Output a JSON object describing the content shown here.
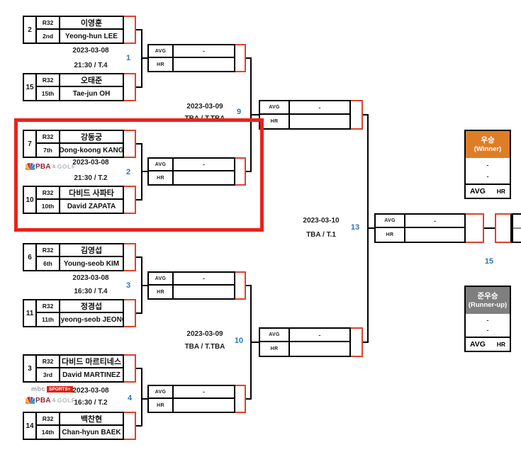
{
  "labels": {
    "avg": "AVG",
    "hr": "HR"
  },
  "colors": {
    "highlight": "#e8231a",
    "tab": "#d9432f",
    "blue": "#2e75b6",
    "orange": "#dd7e27",
    "gray": "#7f7f7f"
  },
  "r32": [
    {
      "number": "1",
      "date": "2023-03-08",
      "time": "21:30 / T.4",
      "top": {
        "seed": "2",
        "round": "R32",
        "rank": "2nd",
        "name_kr": "이영훈",
        "name_en": "Yeong-hun LEE"
      },
      "bottom": {
        "seed": "15",
        "round": "R32",
        "rank": "15th",
        "name_kr": "오태준",
        "name_en": "Tae-jun OH"
      },
      "result": {
        "avg": "-",
        "hr": ""
      }
    },
    {
      "number": "2",
      "date": "2023-03-08",
      "time": "21:30 / T.2",
      "top": {
        "seed": "7",
        "round": "R32",
        "rank": "7th",
        "name_kr": "강동궁",
        "name_en": "Dong-koong KANG"
      },
      "bottom": {
        "seed": "10",
        "round": "R32",
        "rank": "10th",
        "name_kr": "다비드 사파타",
        "name_en": "David ZAPATA"
      },
      "result": {
        "avg": "-",
        "hr": ""
      }
    },
    {
      "number": "3",
      "date": "2023-03-08",
      "time": "16:30 / T.4",
      "top": {
        "seed": "6",
        "round": "R32",
        "rank": "6th",
        "name_kr": "김영섭",
        "name_en": "Young-seob KIM"
      },
      "bottom": {
        "seed": "11",
        "round": "R32",
        "rank": "11th",
        "name_kr": "정경섭",
        "name_en": "Kyeong-seob JEONG"
      },
      "result": {
        "avg": "-",
        "hr": ""
      }
    },
    {
      "number": "4",
      "date": "2023-03-08",
      "time": "16:30 / T.2",
      "top": {
        "seed": "3",
        "round": "R32",
        "rank": "3rd",
        "name_kr": "다비드 마르티네스",
        "name_en": "David MARTINEZ"
      },
      "bottom": {
        "seed": "14",
        "round": "R32",
        "rank": "14th",
        "name_kr": "백찬현",
        "name_en": "Chan-hyun BAEK"
      },
      "result": {
        "avg": "-",
        "hr": ""
      }
    }
  ],
  "r16": [
    {
      "number": "9",
      "date": "2023-03-09",
      "venue": "TBA / T.TBA",
      "result": {
        "avg": "-",
        "hr": ""
      }
    },
    {
      "number": "10",
      "date": "2023-03-09",
      "venue": "TBA / T.TBA",
      "result": {
        "avg": "-",
        "hr": ""
      }
    }
  ],
  "qf": {
    "number": "13",
    "date": "2023-03-10",
    "venue": "TBA / T.1",
    "result": {
      "avg": "-",
      "hr": ""
    }
  },
  "final": {
    "number": "15"
  },
  "winner": {
    "title_kr": "우승",
    "title_en": "(Winner)",
    "value1": "-",
    "value2": "-"
  },
  "runnerup": {
    "title_kr": "준우승",
    "title_en": "(Runner-up)",
    "value1": "-",
    "value2": "-"
  },
  "logos": {
    "pba": {
      "name": "PBA",
      "amp": "&",
      "golf": "GOLF"
    },
    "mbc": {
      "name": "mbc",
      "sports": "SPORTS+"
    }
  }
}
